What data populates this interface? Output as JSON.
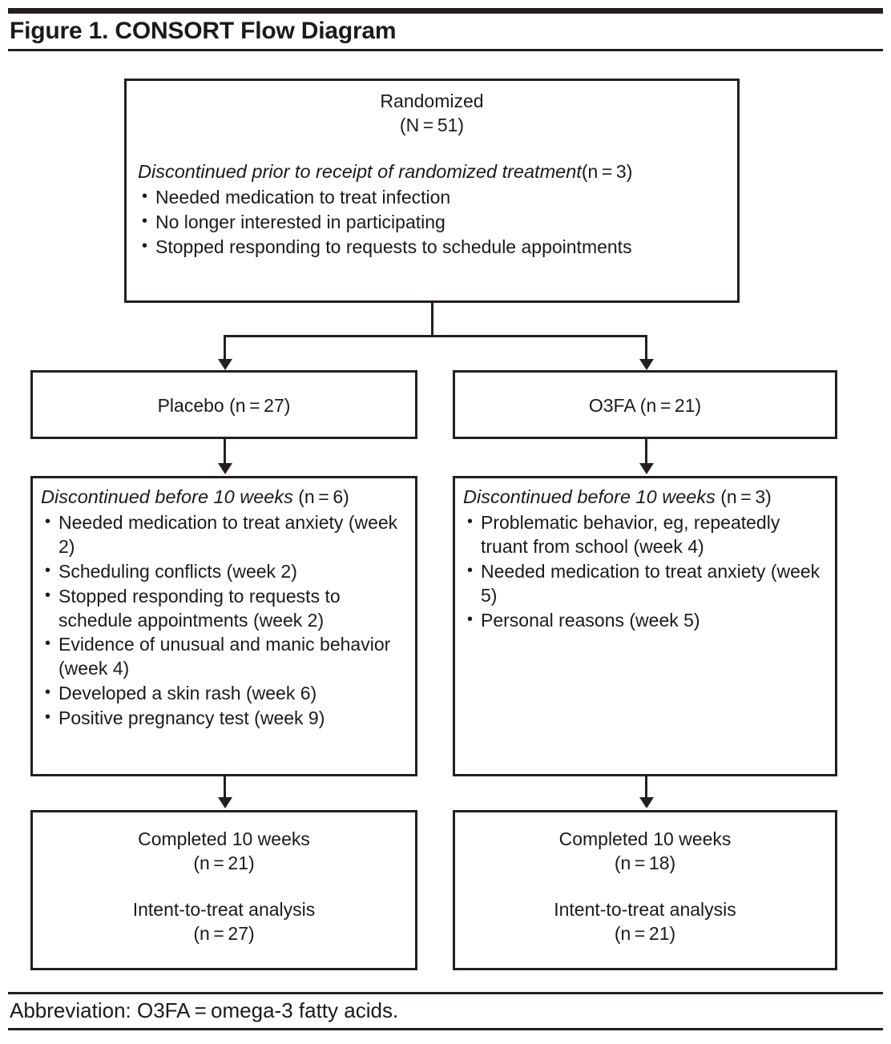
{
  "figure": {
    "title": "Figure 1. CONSORT Flow Diagram",
    "footnote": "Abbreviation: O3FA = omega-3 fatty acids."
  },
  "nodes": {
    "randomized": {
      "title": "Randomized",
      "count": "(N = 51)",
      "discontinued_heading": "Discontinued prior to receipt of randomized treatment",
      "discontinued_n": "(n = 3)",
      "reasons": [
        "Needed medication to treat infection",
        "No longer interested in participating",
        "Stopped responding to requests to schedule appointments"
      ]
    },
    "placebo_arm": {
      "label": "Placebo (n = 27)"
    },
    "o3fa_arm": {
      "label": "O3FA (n = 21)"
    },
    "placebo_discontinued": {
      "heading": "Discontinued before 10 weeks",
      "n": "(n = 6)",
      "reasons": [
        "Needed medication to treat anxiety (week 2)",
        "Scheduling conflicts (week 2)",
        "Stopped responding to requests to schedule appointments (week 2)",
        "Evidence of unusual and manic behavior (week 4)",
        "Developed a skin rash (week 6)",
        "Positive pregnancy test (week 9)"
      ]
    },
    "o3fa_discontinued": {
      "heading": "Discontinued before 10 weeks",
      "n": "(n = 3)",
      "reasons": [
        "Problematic behavior, eg, repeatedly truant from school (week 4)",
        "Needed medication to treat anxiety (week 5)",
        "Personal reasons (week 5)"
      ]
    },
    "placebo_completed": {
      "completed_label": "Completed 10 weeks",
      "completed_n": "(n = 21)",
      "analysis_label": "Intent-to-treat analysis",
      "analysis_n": "(n = 27)"
    },
    "o3fa_completed": {
      "completed_label": "Completed 10 weeks",
      "completed_n": "(n = 18)",
      "analysis_label": "Intent-to-treat analysis",
      "analysis_n": "(n = 21)"
    }
  },
  "bullet_glyph": "•",
  "colors": {
    "ink": "#231f20",
    "background": "#ffffff"
  }
}
